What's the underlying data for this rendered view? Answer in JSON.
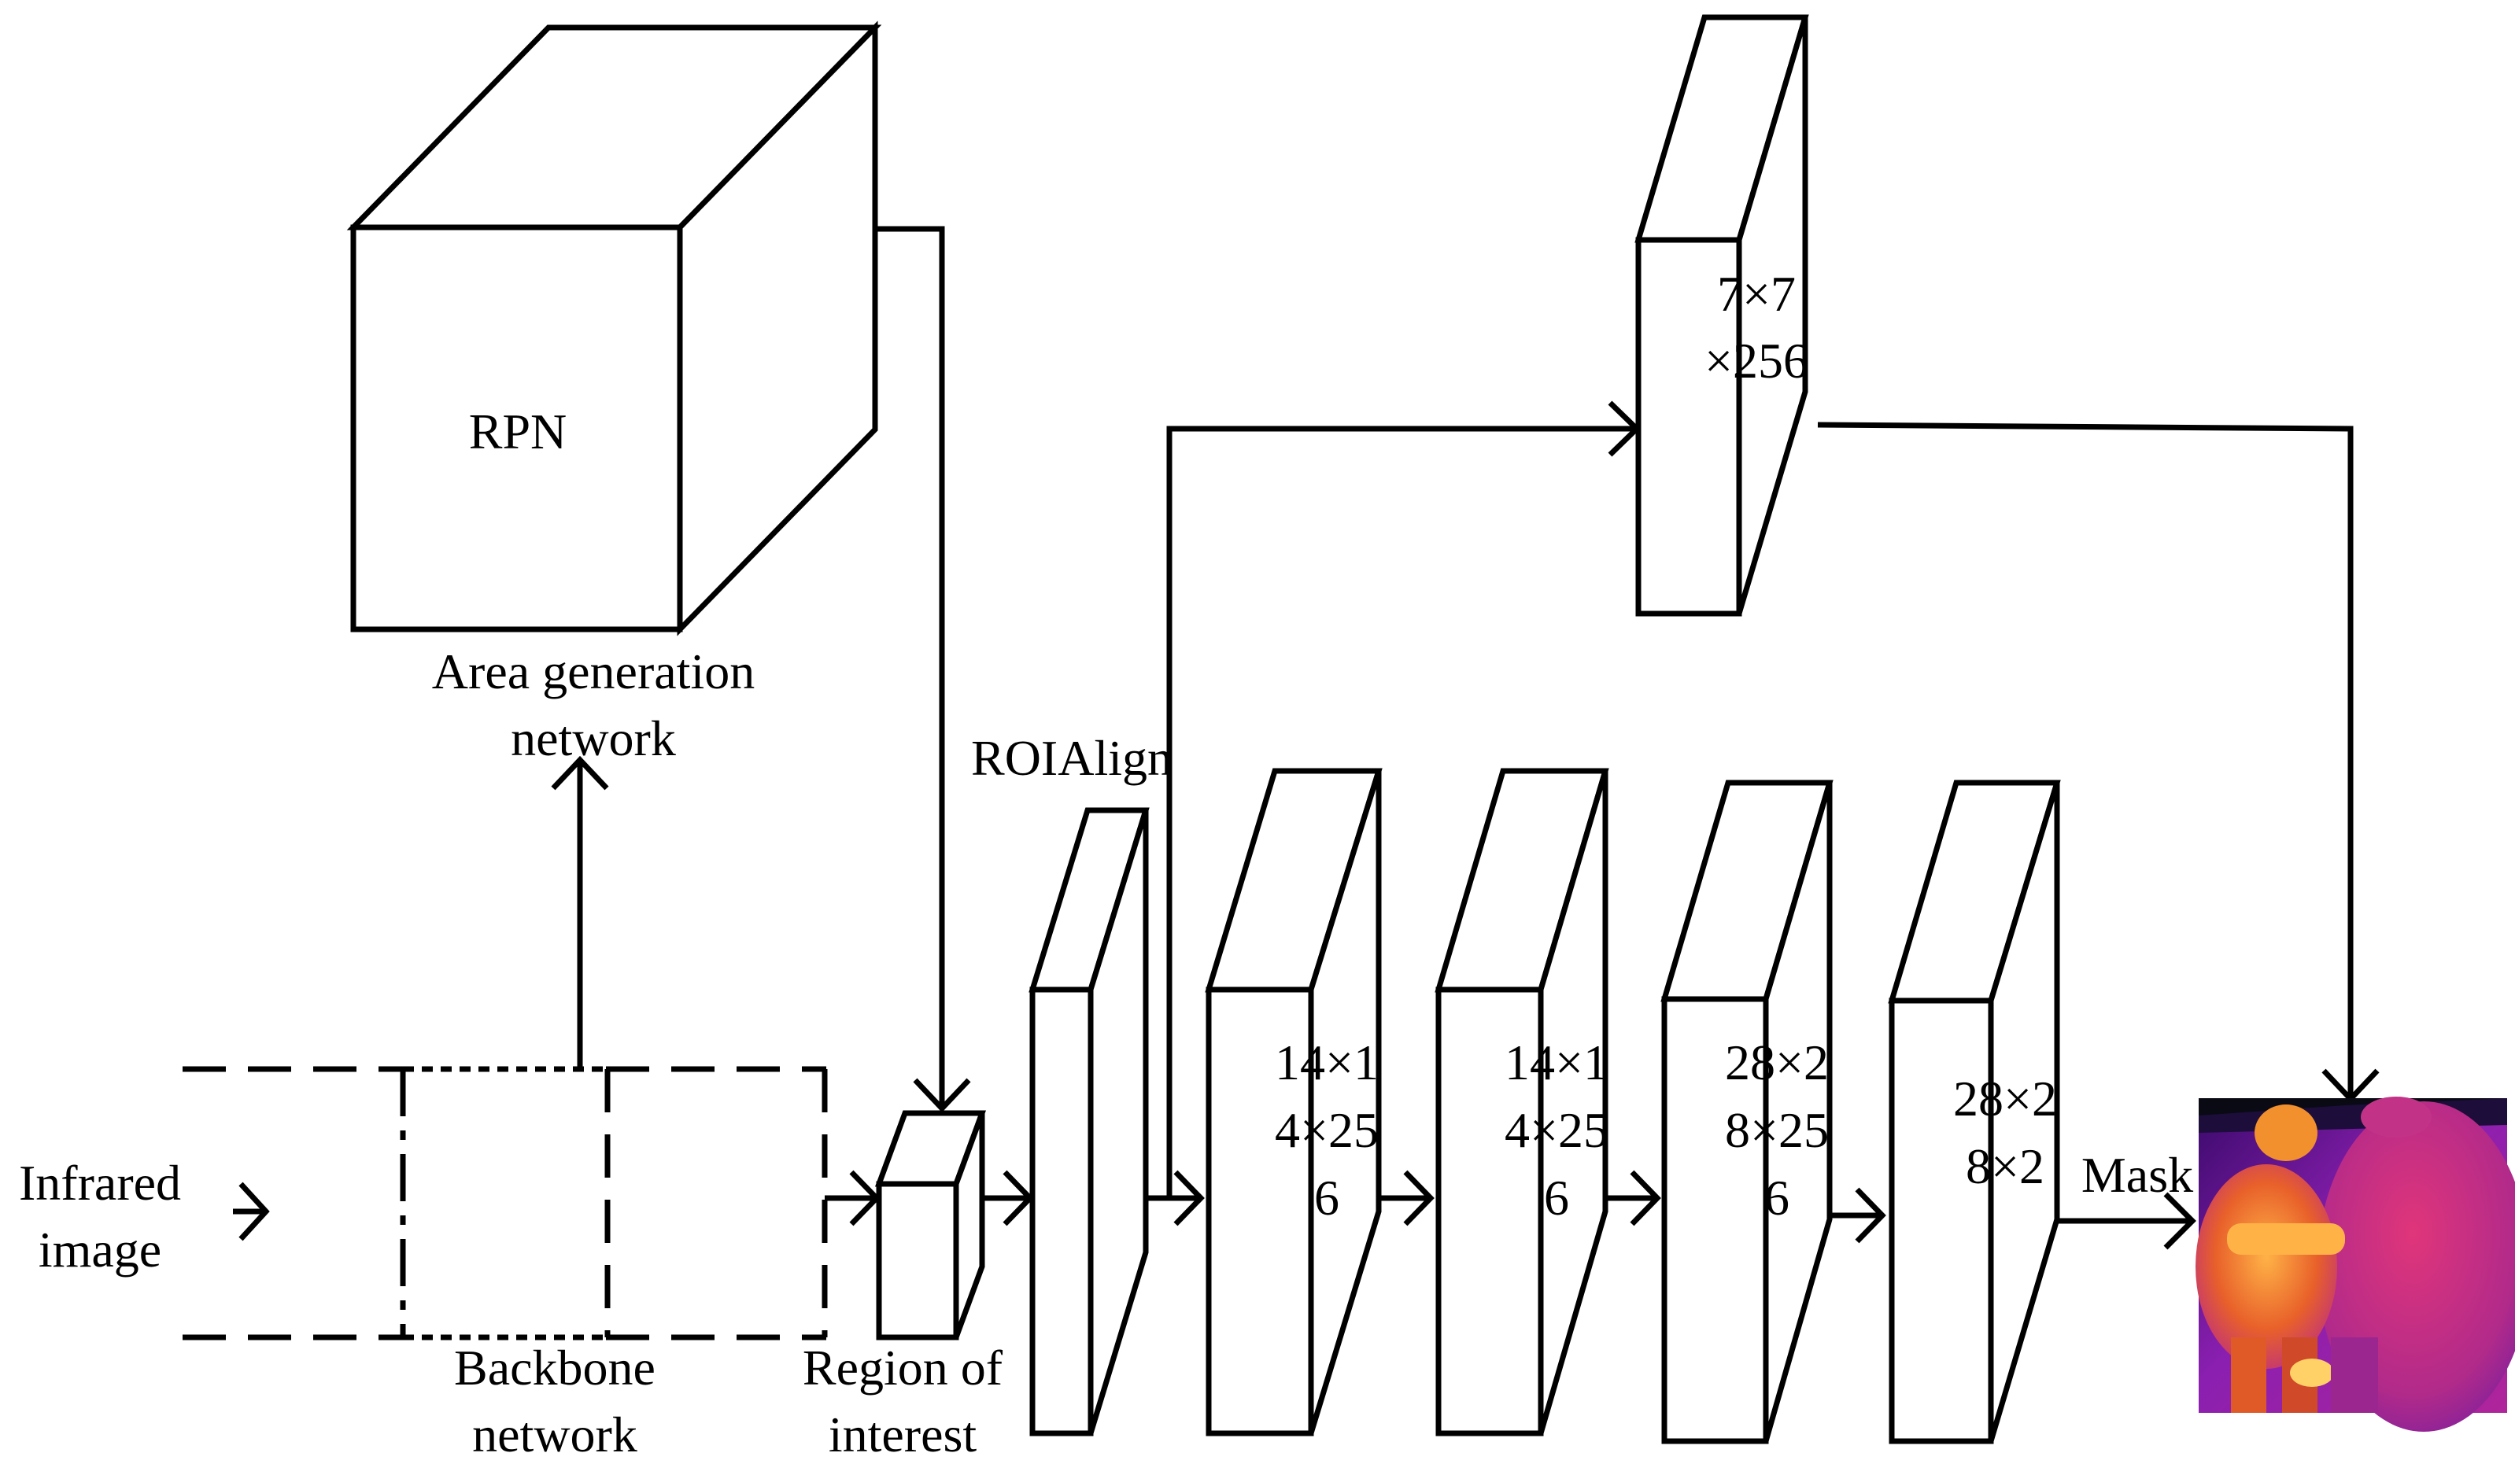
{
  "labels": {
    "rpn": "RPN",
    "area_generation_1": "Area generation",
    "area_generation_2": "network",
    "infrared_1": "Infrared",
    "infrared_2": "image",
    "backbone_1": "Backbone",
    "backbone_2": "network",
    "roi_1": "Region of",
    "roi_2": "interest",
    "roialign": "ROIAlign",
    "conv1_1": "14×1",
    "conv1_2": "4×25",
    "conv1_3": "6",
    "conv2_1": "14×1",
    "conv2_2": "4×25",
    "conv2_3": "6",
    "deconv_1": "28×2",
    "deconv_2": "8×25",
    "deconv_3": "6",
    "final_1": "28×2",
    "final_2": "8×2",
    "fc_1": "7×7",
    "fc_2": "×256",
    "mask": "Mask"
  },
  "output_image": {
    "description_colors": [
      "#6b1fb3",
      "#c2307a",
      "#f07a2a",
      "#ffc24a"
    ]
  }
}
